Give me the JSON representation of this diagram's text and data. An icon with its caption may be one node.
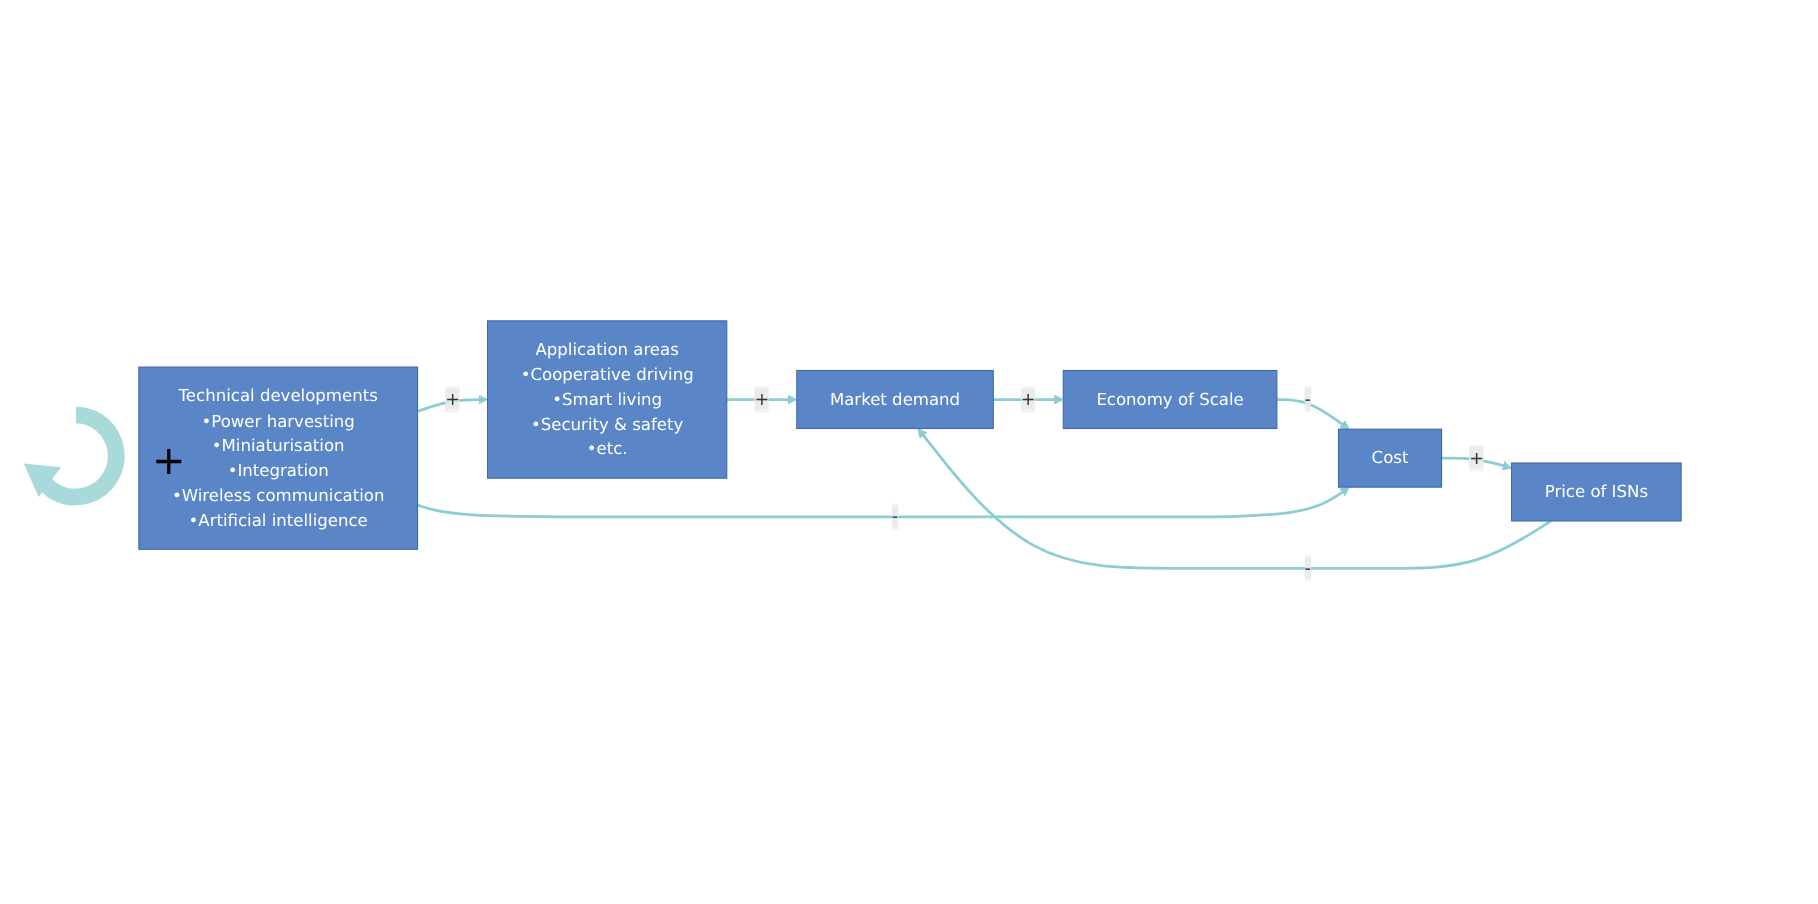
{
  "diagram": {
    "nodes": [
      {
        "text": [
          "Market demand"
        ]
      },
      {
        "text": [
          "Economy of Scale"
        ]
      },
      {
        "text": [
          "Cost"
        ]
      },
      {
        "text": [
          "Price of ISNs"
        ]
      },
      {
        "text": [
          "Application areas",
          "•Cooperative driving",
          "•Smart living",
          "•Security & safety",
          "•etc."
        ]
      },
      {
        "text": [
          "Technical developments",
          "•Power harvesting",
          "•Miniaturisation",
          "•Integration",
          "•Wireless communication",
          "•Artificial intelligence"
        ]
      }
    ],
    "edges": [
      {
        "from": 3,
        "to": 0,
        "arrow": "to",
        "label": "-"
      },
      {
        "from": 0,
        "to": 1,
        "arrow": "to",
        "label": "+"
      },
      {
        "from": 1,
        "to": 2,
        "arrow": "to",
        "label": "-"
      },
      {
        "from": 2,
        "to": 3,
        "arrow": "to",
        "label": "+"
      },
      {
        "from": 4,
        "to": 0,
        "arrow": "to",
        "label": "+"
      },
      {
        "from": 5,
        "to": 4,
        "arrow": "to",
        "label": "+"
      },
      {
        "from": 5,
        "to": 2,
        "arrow": "to",
        "label": "-"
      }
    ],
    "labels": [
      "+"
    ]
  }
}
